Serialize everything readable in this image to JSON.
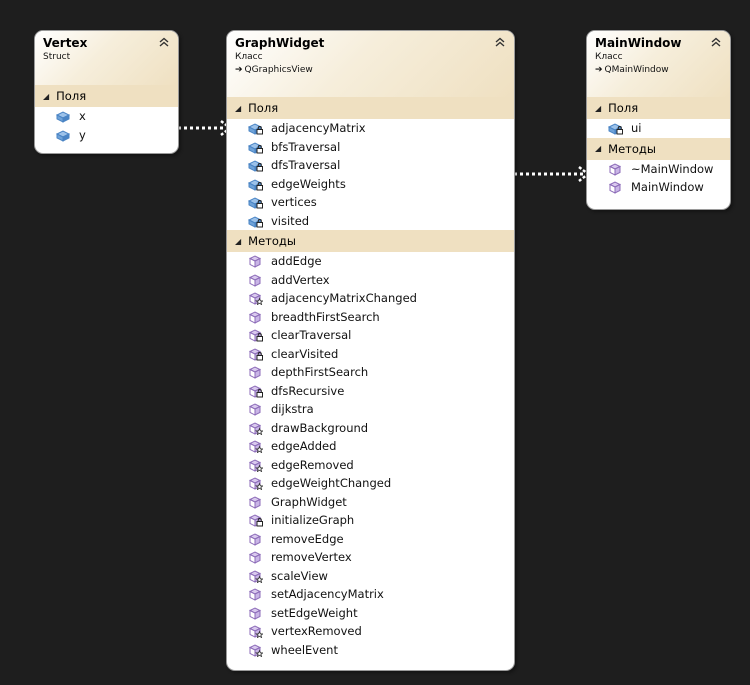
{
  "vertex": {
    "title": "Vertex",
    "subtitle": "Struct",
    "sections": [
      {
        "label": "Поля",
        "members": [
          {
            "name": "x",
            "icon": "field-icon"
          },
          {
            "name": "y",
            "icon": "field-icon"
          }
        ]
      }
    ]
  },
  "graphwidget": {
    "title": "GraphWidget",
    "subtitle": "Класс",
    "base": "QGraphicsView",
    "sections": [
      {
        "label": "Поля",
        "members": [
          {
            "name": "adjacencyMatrix",
            "icon": "private-field-icon"
          },
          {
            "name": "bfsTraversal",
            "icon": "private-field-icon"
          },
          {
            "name": "dfsTraversal",
            "icon": "private-field-icon"
          },
          {
            "name": "edgeWeights",
            "icon": "private-field-icon"
          },
          {
            "name": "vertices",
            "icon": "private-field-icon"
          },
          {
            "name": "visited",
            "icon": "private-field-icon"
          }
        ]
      },
      {
        "label": "Методы",
        "members": [
          {
            "name": "addEdge",
            "icon": "method-icon"
          },
          {
            "name": "addVertex",
            "icon": "method-icon"
          },
          {
            "name": "adjacencyMatrixChanged",
            "icon": "protected-method-icon"
          },
          {
            "name": "breadthFirstSearch",
            "icon": "method-icon"
          },
          {
            "name": "clearTraversal",
            "icon": "private-method-icon"
          },
          {
            "name": "clearVisited",
            "icon": "private-method-icon"
          },
          {
            "name": "depthFirstSearch",
            "icon": "method-icon"
          },
          {
            "name": "dfsRecursive",
            "icon": "private-method-icon"
          },
          {
            "name": "dijkstra",
            "icon": "method-icon"
          },
          {
            "name": "drawBackground",
            "icon": "protected-method-icon"
          },
          {
            "name": "edgeAdded",
            "icon": "protected-method-icon"
          },
          {
            "name": "edgeRemoved",
            "icon": "protected-method-icon"
          },
          {
            "name": "edgeWeightChanged",
            "icon": "protected-method-icon"
          },
          {
            "name": "GraphWidget",
            "icon": "method-icon"
          },
          {
            "name": "initializeGraph",
            "icon": "private-method-icon"
          },
          {
            "name": "removeEdge",
            "icon": "method-icon"
          },
          {
            "name": "removeVertex",
            "icon": "method-icon"
          },
          {
            "name": "scaleView",
            "icon": "protected-method-icon"
          },
          {
            "name": "setAdjacencyMatrix",
            "icon": "method-icon"
          },
          {
            "name": "setEdgeWeight",
            "icon": "method-icon"
          },
          {
            "name": "vertexRemoved",
            "icon": "protected-method-icon"
          },
          {
            "name": "wheelEvent",
            "icon": "protected-method-icon"
          }
        ]
      }
    ]
  },
  "mainwindow": {
    "title": "MainWindow",
    "subtitle": "Класс",
    "base": "QMainWindow",
    "sections": [
      {
        "label": "Поля",
        "members": [
          {
            "name": "ui",
            "icon": "private-field-icon"
          }
        ]
      },
      {
        "label": "Методы",
        "members": [
          {
            "name": "~MainWindow",
            "icon": "method-icon"
          },
          {
            "name": "MainWindow",
            "icon": "method-icon"
          }
        ]
      }
    ]
  },
  "colors": {
    "background": "#1e1e1e",
    "section": "#efe0c1",
    "field_icon": "#4a84c4",
    "method_icon": "#8c6bb8",
    "connector": "#ffffff"
  }
}
